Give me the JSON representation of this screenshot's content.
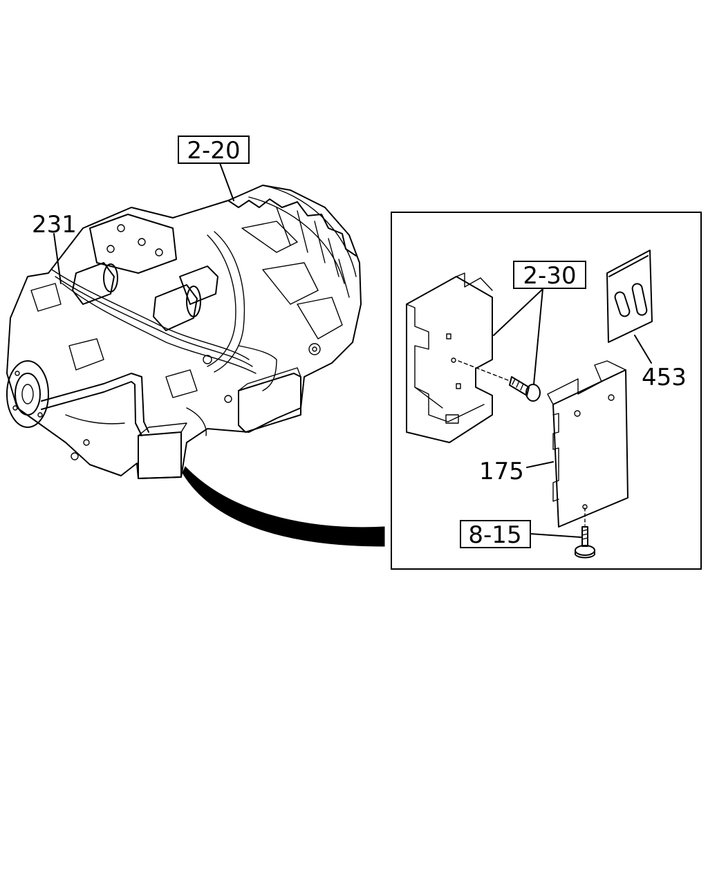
{
  "diagram": {
    "callouts": [
      {
        "id": "ref-2-20",
        "text": "2-20",
        "boxed": true
      },
      {
        "id": "part-231",
        "text": "231",
        "boxed": false
      },
      {
        "id": "ref-2-30",
        "text": "2-30",
        "boxed": true
      },
      {
        "id": "part-453",
        "text": "453",
        "boxed": false
      },
      {
        "id": "part-175",
        "text": "175",
        "boxed": false
      },
      {
        "id": "ref-8-15",
        "text": "8-15",
        "boxed": true
      }
    ]
  }
}
